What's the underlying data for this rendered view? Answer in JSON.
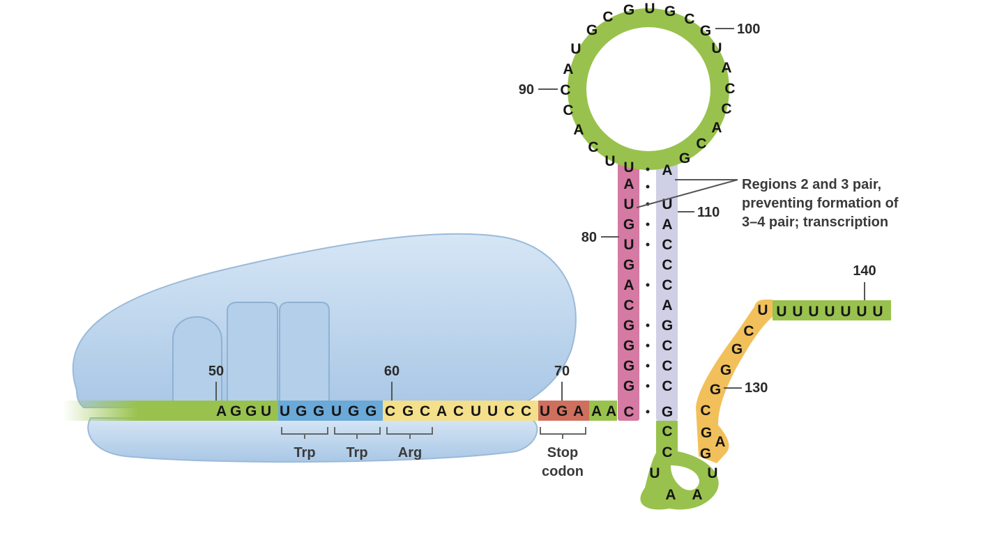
{
  "colors": {
    "ribosome": "#bcd6ee",
    "ribosome_edge": "#9bbad8",
    "green": "#98c24d",
    "blue": "#6aa9d8",
    "yellow": "#f4e08a",
    "red": "#cf6f5d",
    "pink": "#d57aa3",
    "lavender": "#cfd0e6",
    "orange": "#f2c05a"
  },
  "linear_strand": {
    "green_bases": [
      "A",
      "G",
      "G",
      "U"
    ],
    "blue_bases": [
      "U",
      "G",
      "G",
      "U",
      "G",
      "G"
    ],
    "yellow_bases": [
      "C",
      "G",
      "C",
      "A",
      "C",
      "U",
      "U",
      "C",
      "C"
    ],
    "red_bases": [
      "U",
      "G",
      "A"
    ],
    "after_stop_bases": [
      "A",
      "A"
    ]
  },
  "stem_left": [
    "C",
    "G",
    "G",
    "G",
    "G",
    "C",
    "A",
    "G",
    "U",
    "G",
    "U",
    "A",
    "U"
  ],
  "stem_right": [
    "G",
    "C",
    "C",
    "C",
    "G",
    "A",
    "C",
    "C",
    "C",
    "A",
    "U",
    "A"
  ],
  "loop_left": [
    "U",
    "C",
    "A",
    "C",
    "C",
    "A",
    "U",
    "G"
  ],
  "loop_right": [
    "C",
    "G",
    "U",
    "G",
    "C",
    "G",
    "U",
    "A",
    "C",
    "C",
    "A",
    "C",
    "G"
  ],
  "lower_stem": [
    "C",
    "C"
  ],
  "lower_loop": [
    "U",
    "A",
    "A",
    "U"
  ],
  "tail_up": [
    "G",
    "A",
    "G",
    "C",
    "G",
    "G",
    "G",
    "C",
    "U"
  ],
  "tail_bases": [
    "U",
    "U",
    "U",
    "U",
    "U",
    "U",
    "U"
  ],
  "positions": {
    "p50": "50",
    "p60": "60",
    "p70": "70",
    "p80": "80",
    "p90": "90",
    "p100": "100",
    "p110": "110",
    "p130": "130",
    "p140": "140"
  },
  "codon_labels": {
    "trp1": "Trp",
    "trp2": "Trp",
    "arg": "Arg",
    "stop_line1": "Stop",
    "stop_line2": "codon"
  },
  "annotation": {
    "line1": "Regions 2 and 3 pair,",
    "line2": "preventing formation of",
    "line3": "3–4 pair; transcription"
  }
}
